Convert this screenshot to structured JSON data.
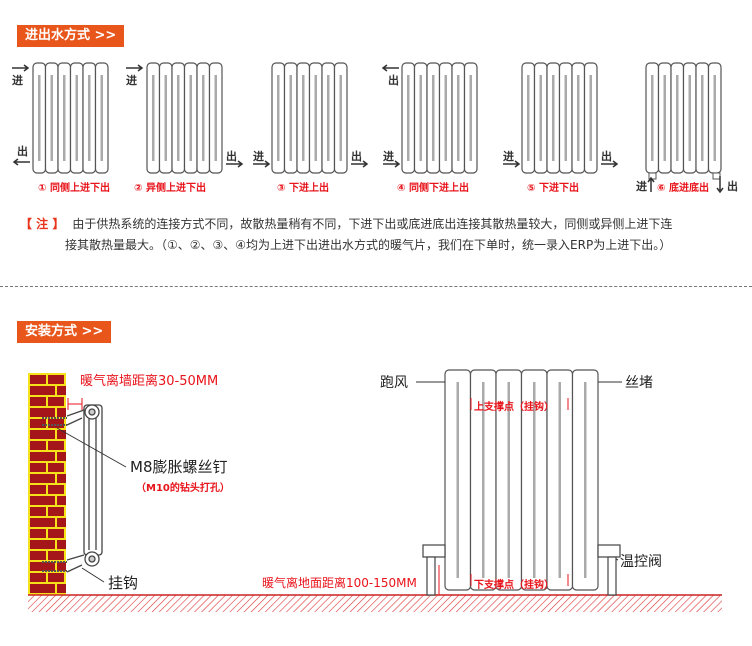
{
  "sections": {
    "flow_title": "进出水方式 >>",
    "install_title": "安装方式 >>"
  },
  "flow_modes": [
    {
      "num": "①",
      "label": "同侧上进下出",
      "in": "进",
      "out": "出"
    },
    {
      "num": "②",
      "label": "异侧上进下出",
      "in": "进",
      "out": "出"
    },
    {
      "num": "③",
      "label": "下进上出",
      "in": "进",
      "out": "出"
    },
    {
      "num": "④",
      "label": "同侧下进上出",
      "in": "进",
      "out": "出"
    },
    {
      "num": "⑤",
      "label": "下进下出",
      "in": "进",
      "out": "出"
    },
    {
      "num": "⑥",
      "label": "底进底出",
      "in": "进",
      "out": "出"
    }
  ],
  "note": {
    "tag": "【 注 】",
    "line1": "由于供热系统的连接方式不同，故散热量稍有不同，下进下出或底进底出连接其散热量较大，同侧或异侧上进下连",
    "line2": "接其散热量最大。（①、②、③、④均为上进下出进出水方式的暖气片，我们在下单时，统一录入ERP为上进下出。）"
  },
  "install": {
    "wall_distance": "暖气离墙距离30-50MM",
    "screw": "M8膨胀螺丝钉",
    "drill": "（M10的钻头打孔）",
    "hook": "挂钩",
    "air_vent": "跑风",
    "plug": "丝堵",
    "upper_support": "上支撑点（挂钩）",
    "lower_support": "下支撑点（挂钩）",
    "valve": "温控阀",
    "floor_distance": "暖气离地面距离100-150MM"
  },
  "colors": {
    "accent": "#e8561b",
    "red": "#e8141b",
    "brick": "#a5161a",
    "mortar": "#f5e21a"
  }
}
